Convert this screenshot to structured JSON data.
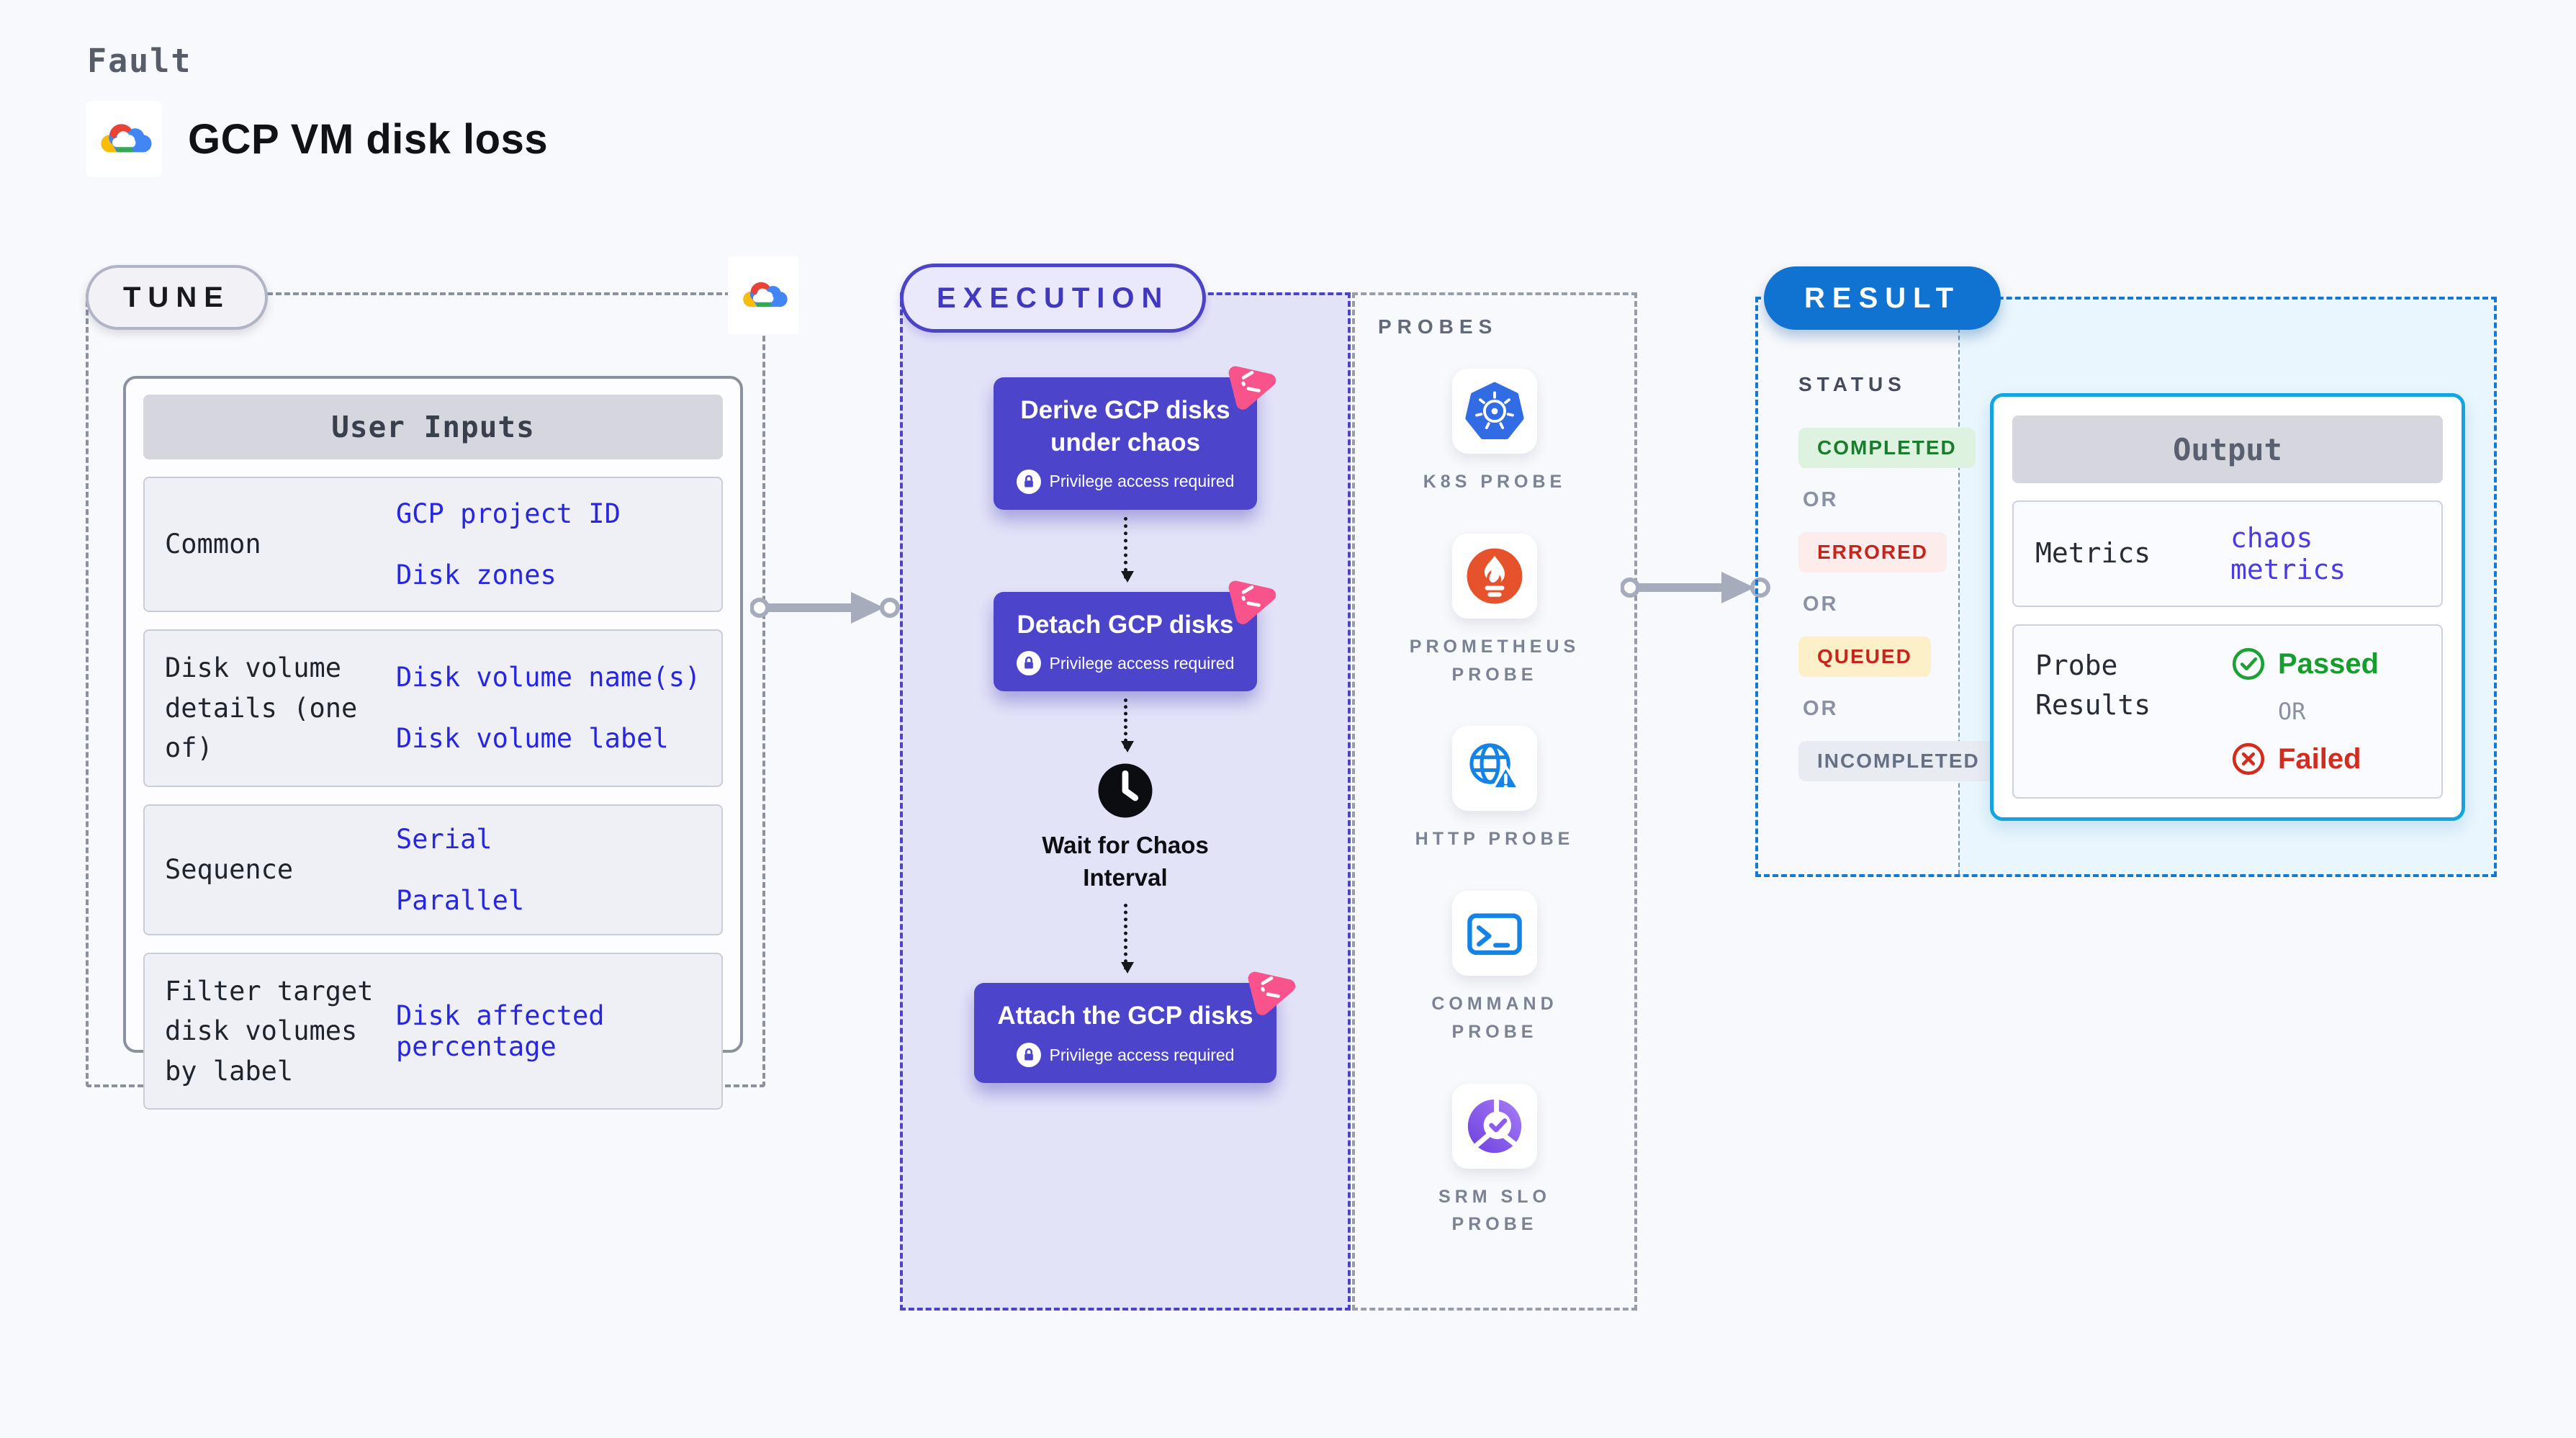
{
  "page": {
    "kicker": "Fault",
    "title": "GCP VM disk loss"
  },
  "tune": {
    "label": "TUNE",
    "table": {
      "header": "User Inputs",
      "rows": [
        {
          "label": "Common",
          "values": [
            "GCP project ID",
            "Disk zones"
          ]
        },
        {
          "label": "Disk volume details (one of)",
          "values": [
            "Disk volume name(s)",
            "Disk volume label"
          ]
        },
        {
          "label": "Sequence",
          "values": [
            "Serial",
            "Parallel"
          ]
        },
        {
          "label": "Filter target disk volumes by label",
          "values": [
            "Disk affected percentage"
          ]
        }
      ]
    }
  },
  "execution": {
    "label": "EXECUTION",
    "privilege_note": "Privilege access required",
    "steps": [
      {
        "title": "Derive GCP disks\nunder chaos"
      },
      {
        "title": "Detach GCP disks"
      },
      {
        "title": "Wait for Chaos\nInterval"
      },
      {
        "title": "Attach the GCP disks"
      }
    ]
  },
  "probes": {
    "label": "PROBES",
    "items": [
      {
        "name": "K8S PROBE",
        "icon": "kubernetes-icon"
      },
      {
        "name": "PROMETHEUS\nPROBE",
        "icon": "prometheus-icon"
      },
      {
        "name": "HTTP PROBE",
        "icon": "globe-warning-icon"
      },
      {
        "name": "COMMAND\nPROBE",
        "icon": "terminal-icon"
      },
      {
        "name": "SRM SLO\nPROBE",
        "icon": "slo-pie-check-icon"
      }
    ]
  },
  "result": {
    "label": "RESULT",
    "status": {
      "heading": "STATUS",
      "or": "OR",
      "badges": [
        {
          "text": "COMPLETED"
        },
        {
          "text": "ERRORED"
        },
        {
          "text": "QUEUED"
        },
        {
          "text": "INCOMPLETED"
        }
      ]
    },
    "output": {
      "header": "Output",
      "metrics_label": "Metrics",
      "metrics_value": "chaos metrics",
      "probe_results_label": "Probe Results",
      "passed": "Passed",
      "or": "OR",
      "failed": "Failed"
    }
  },
  "colors": {
    "page_bg": "#f8f9fc",
    "execution_accent": "#4b44c6",
    "step_card_bg": "#4c44cb",
    "chaos_pink": "#f9538c",
    "value_blue": "#2727e2",
    "metrics_indigo": "#4a3be5",
    "result_blue": "#1173d1",
    "output_border_cyan": "#14a5e0",
    "passed_green": "#169d2e",
    "failed_red": "#d32b1e",
    "completed_bg": "#def2e0",
    "errored_bg": "#fdecec",
    "queued_bg": "#fbf0c8",
    "incompleted_bg": "#e9ebf2"
  }
}
